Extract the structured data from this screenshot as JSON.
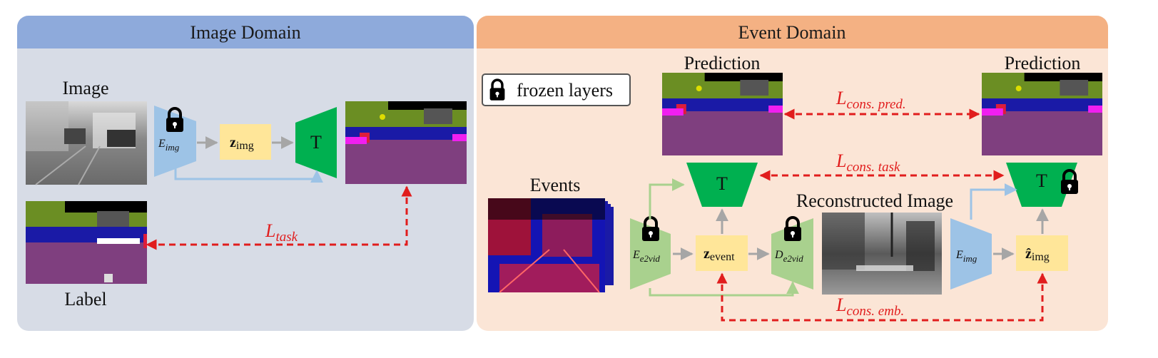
{
  "image_domain": {
    "title": "Image Domain",
    "image_label": "Image",
    "label_label": "Label",
    "encoder_label": "E",
    "encoder_sub": "img",
    "latent_label": "z",
    "latent_sub": "img",
    "task_label": "T",
    "loss_label": "L",
    "loss_sub": "task"
  },
  "event_domain": {
    "title": "Event Domain",
    "legend_text": "frozen layers",
    "prediction_left_label": "Prediction",
    "prediction_right_label": "Prediction",
    "events_label": "Events",
    "reconstructed_label": "Reconstructed Image",
    "encoder_e2vid_label": "E",
    "encoder_e2vid_sub": "e2vid",
    "decoder_e2vid_label": "D",
    "decoder_e2vid_sub": "e2vid",
    "latent_event_label": "z",
    "latent_event_sub": "event",
    "encoder_img_label": "E",
    "encoder_img_sub": "img",
    "latent_hat_label": "ẑ",
    "latent_hat_sub": "img",
    "task_left_label": "T",
    "task_right_label": "T",
    "loss_pred_label": "L",
    "loss_pred_sub": "cons. pred.",
    "loss_task_label": "L",
    "loss_task_sub": "cons. task",
    "loss_emb_label": "L",
    "loss_emb_sub": "cons. emb."
  },
  "colors": {
    "image_header": "#8eaadb",
    "image_panel": "#d7dce6",
    "event_header": "#f4b183",
    "event_panel": "#fbe5d6",
    "encoder_blue": "#9dc3e6",
    "latent_yellow": "#ffe699",
    "task_green": "#00b050",
    "e2vid_green": "#a9d18e",
    "loss_red": "#e11d1d",
    "seg_road": "#7f3f7f",
    "seg_veg": "#6b8e23",
    "seg_car": "#1a1aa6",
    "seg_sidewalk": "#f01ff0"
  }
}
